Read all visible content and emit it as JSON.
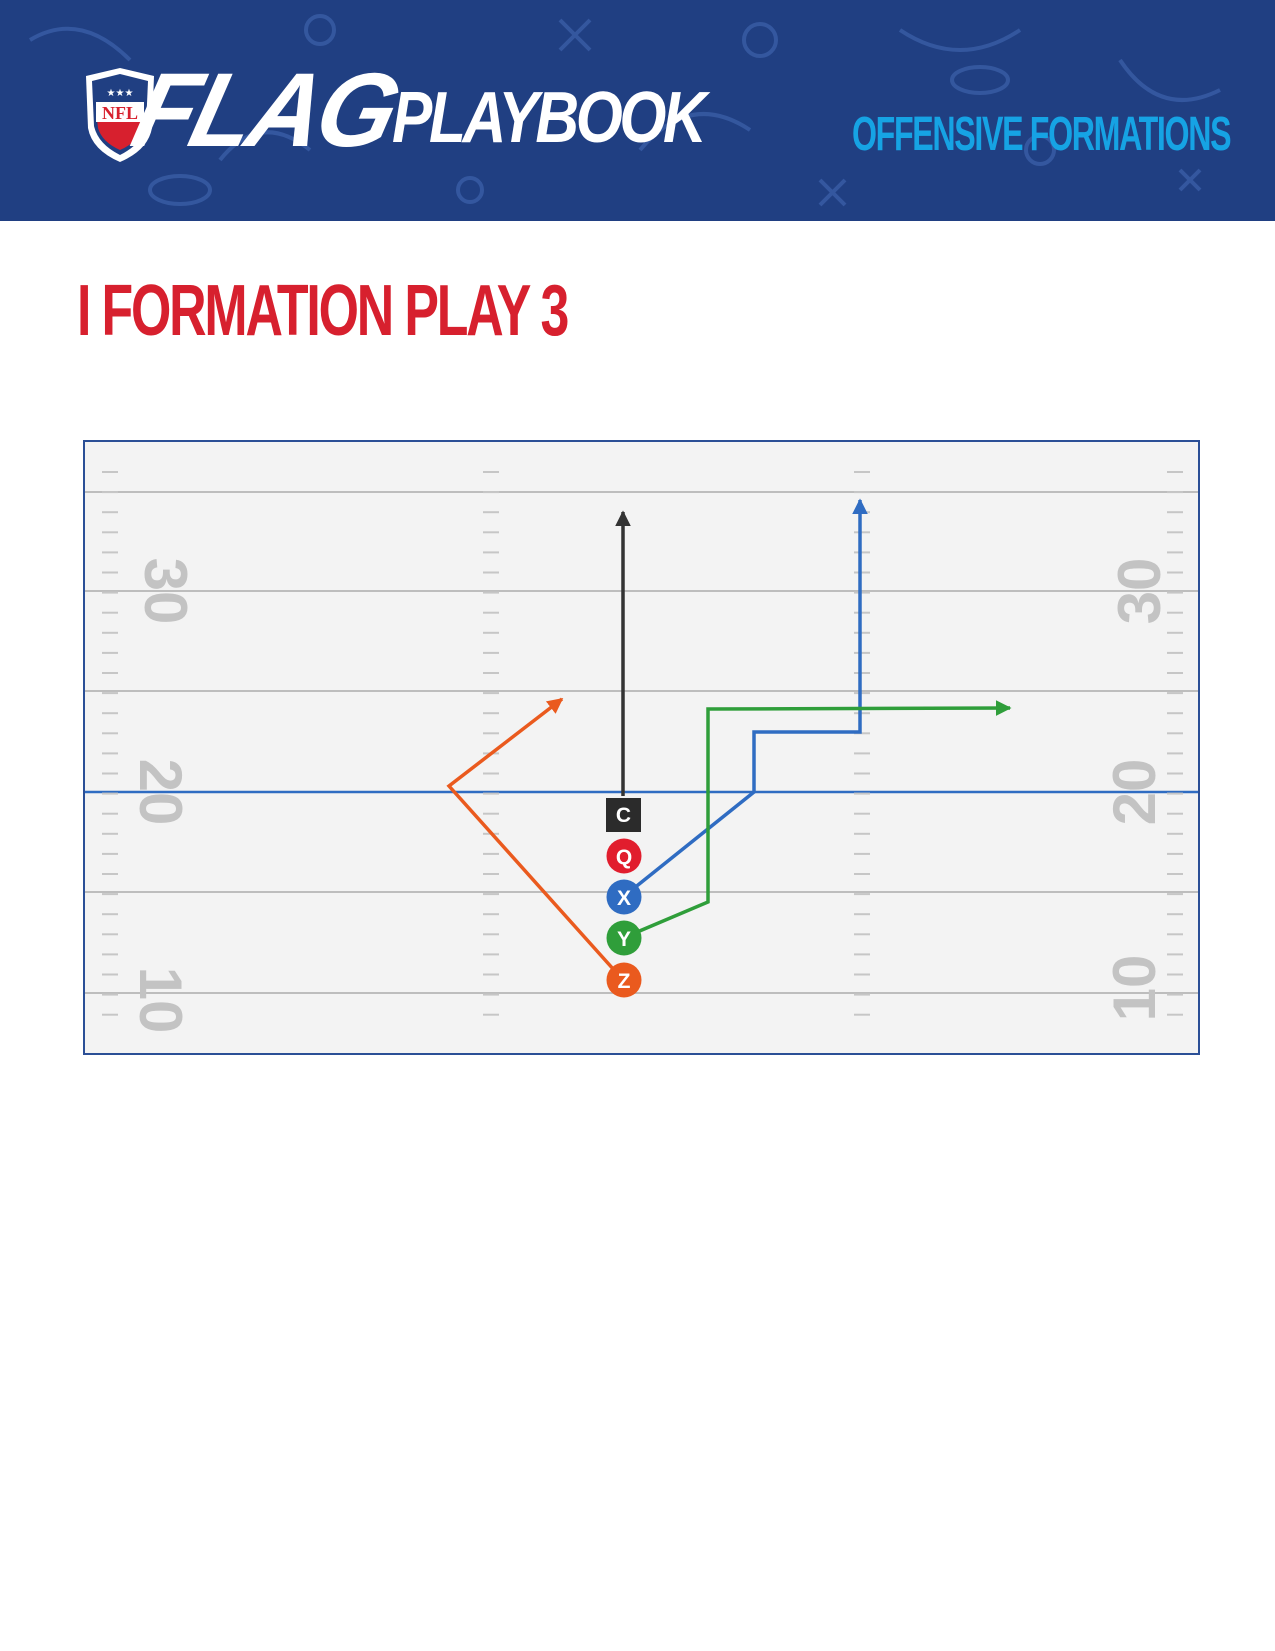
{
  "header": {
    "logo_text": "NFL",
    "brand_word": "FLAG",
    "title": "PLAYBOOK",
    "section": "OFFENSIVE FORMATIONS",
    "background_color": "#203f82",
    "section_color": "#16a3e4"
  },
  "play": {
    "title": "I FORMATION PLAY 3",
    "title_color": "#d7202e"
  },
  "field": {
    "yard_numbers_left": [
      "30",
      "20",
      "10"
    ],
    "yard_numbers_right": [
      "30",
      "20",
      "10"
    ],
    "line_of_scrimmage_color": "#2f6cc2",
    "players": [
      {
        "id": "C",
        "label": "C",
        "role": "center",
        "color": "#2b2b2b"
      },
      {
        "id": "Q",
        "label": "Q",
        "role": "quarterback",
        "color": "#e11d2d"
      },
      {
        "id": "X",
        "label": "X",
        "role": "receiver",
        "color": "#2f6cc2"
      },
      {
        "id": "Y",
        "label": "Y",
        "role": "receiver",
        "color": "#2f9e3a"
      },
      {
        "id": "Z",
        "label": "Z",
        "role": "receiver",
        "color": "#ea5a1e"
      }
    ]
  }
}
